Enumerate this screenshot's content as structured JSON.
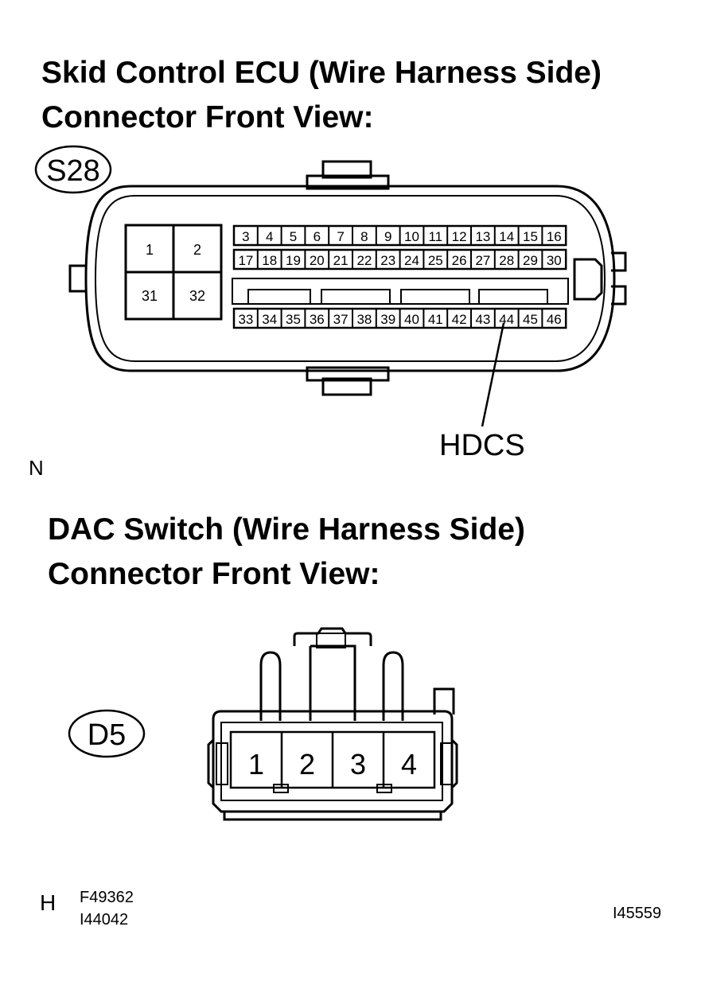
{
  "ecu": {
    "title_line1": "Skid Control ECU (Wire Harness Side)",
    "title_line2": "Connector Front View:",
    "code": "S28",
    "pins_big": [
      "1",
      "2",
      "31",
      "32"
    ],
    "row1": [
      "3",
      "4",
      "5",
      "6",
      "7",
      "8",
      "9",
      "10",
      "11",
      "12",
      "13",
      "14",
      "15",
      "16"
    ],
    "row2": [
      "17",
      "18",
      "19",
      "20",
      "21",
      "22",
      "23",
      "24",
      "25",
      "26",
      "27",
      "28",
      "29",
      "30"
    ],
    "row3": [
      "33",
      "34",
      "35",
      "36",
      "37",
      "38",
      "39",
      "40",
      "41",
      "42",
      "43",
      "44",
      "45",
      "46"
    ],
    "callout": "HDCS",
    "callout_pin": "44"
  },
  "marker_n": "N",
  "dac": {
    "title_line1": "DAC Switch (Wire Harness Side)",
    "title_line2": "Connector Front View:",
    "code": "D5",
    "pins": [
      "1",
      "2",
      "3",
      "4"
    ]
  },
  "footer": {
    "marker_h": "H",
    "ref1": "F49362",
    "ref2": "I44042",
    "ref3": "I45559"
  },
  "colors": {
    "line": "#000000",
    "background": "#ffffff"
  }
}
